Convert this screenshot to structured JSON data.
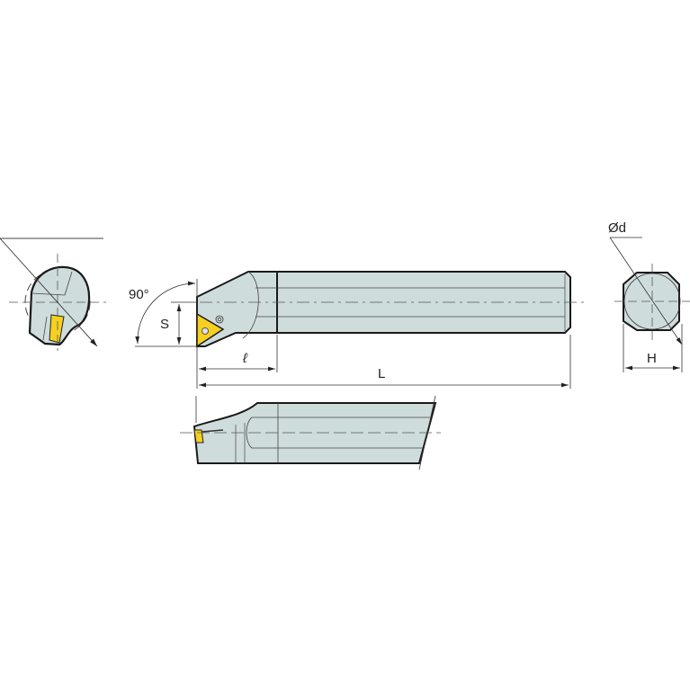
{
  "drawing": {
    "title": "Boring bar technical drawing",
    "labels": {
      "angle": "90°",
      "shank_offset": "S",
      "head_length": "ℓ",
      "overall_length": "L",
      "diameter": "Ød",
      "height": "H"
    },
    "colors": {
      "body_fill": "#cfdcdc",
      "insert_fill": "#f5d020",
      "outline": "#1a1a1a",
      "dim_line": "#333333"
    },
    "views": [
      "front-end-view",
      "top-view",
      "side-view",
      "shank-end-view"
    ]
  }
}
